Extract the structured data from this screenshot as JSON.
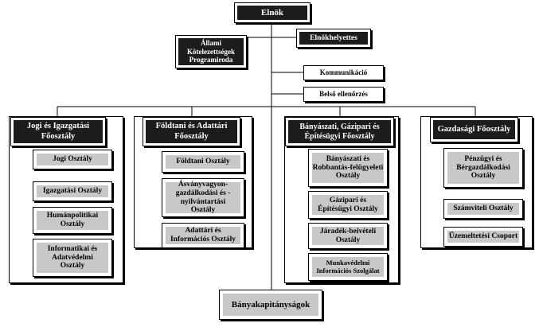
{
  "top": {
    "president": "Elnök",
    "vice_president": "Elnökhelyettes",
    "programme_office": "Állami Kötelezettségek Programiroda",
    "communication": "Kommunikáció",
    "internal_audit": "Belső ellenőrzés"
  },
  "departments": [
    {
      "title": "Jogi és Igazgatási Főosztály",
      "units": [
        "Jogi Osztály",
        "Igazgatási Osztály",
        "Humánpolitikai Osztály",
        "Informatikai és Adatvédelmi Osztály"
      ]
    },
    {
      "title": "Földtani és Adattári Főosztály",
      "units": [
        "Földtani Osztály",
        "Ásványvagyon-gazdálkodási és -nyilvántartási Osztály",
        "Adattári és Információs Osztály"
      ]
    },
    {
      "title": "Bányászati, Gázipari és Építésügyi Főosztály",
      "units": [
        "Bányászati és Robbantás-felügyeleti Osztály",
        "Gázipari és Építésügyi Osztály",
        "Járadék-beivételi Osztály",
        "Munkavédelmi Információs Szolgálat"
      ]
    },
    {
      "title": "Gazdasági Főosztály",
      "units": [
        "Pénzügyi és Bérgazdálkodási Osztály",
        "Számviteli Osztály",
        "Üzemeltetési Csoport"
      ]
    }
  ],
  "bottom": {
    "mining_authorities": "Bányakapitányságok"
  }
}
